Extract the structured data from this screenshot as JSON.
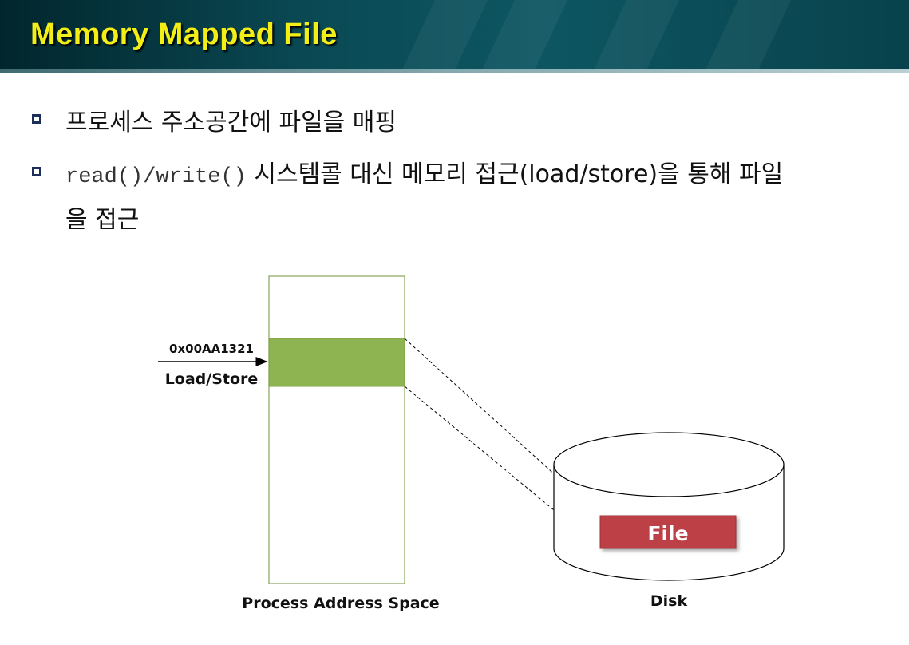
{
  "slide": {
    "title": "Memory Mapped File"
  },
  "bullets": [
    {
      "text": "프로세스 주소공간에 파일을 매핑"
    },
    {
      "code": "read()/write()",
      "text": " 시스템콜 대신 메모리 접근(load/store)을 통해 파일",
      "continuation": "을 접근"
    }
  ],
  "diagram": {
    "address_label": "0x00AA1321",
    "access_label": "Load/Store",
    "process_label": "Process Address Space",
    "file_label": "File",
    "disk_label": "Disk",
    "colors": {
      "mapped_region": "#8db451",
      "file_box": "#be4146",
      "header_text": "#f2ee16"
    }
  }
}
